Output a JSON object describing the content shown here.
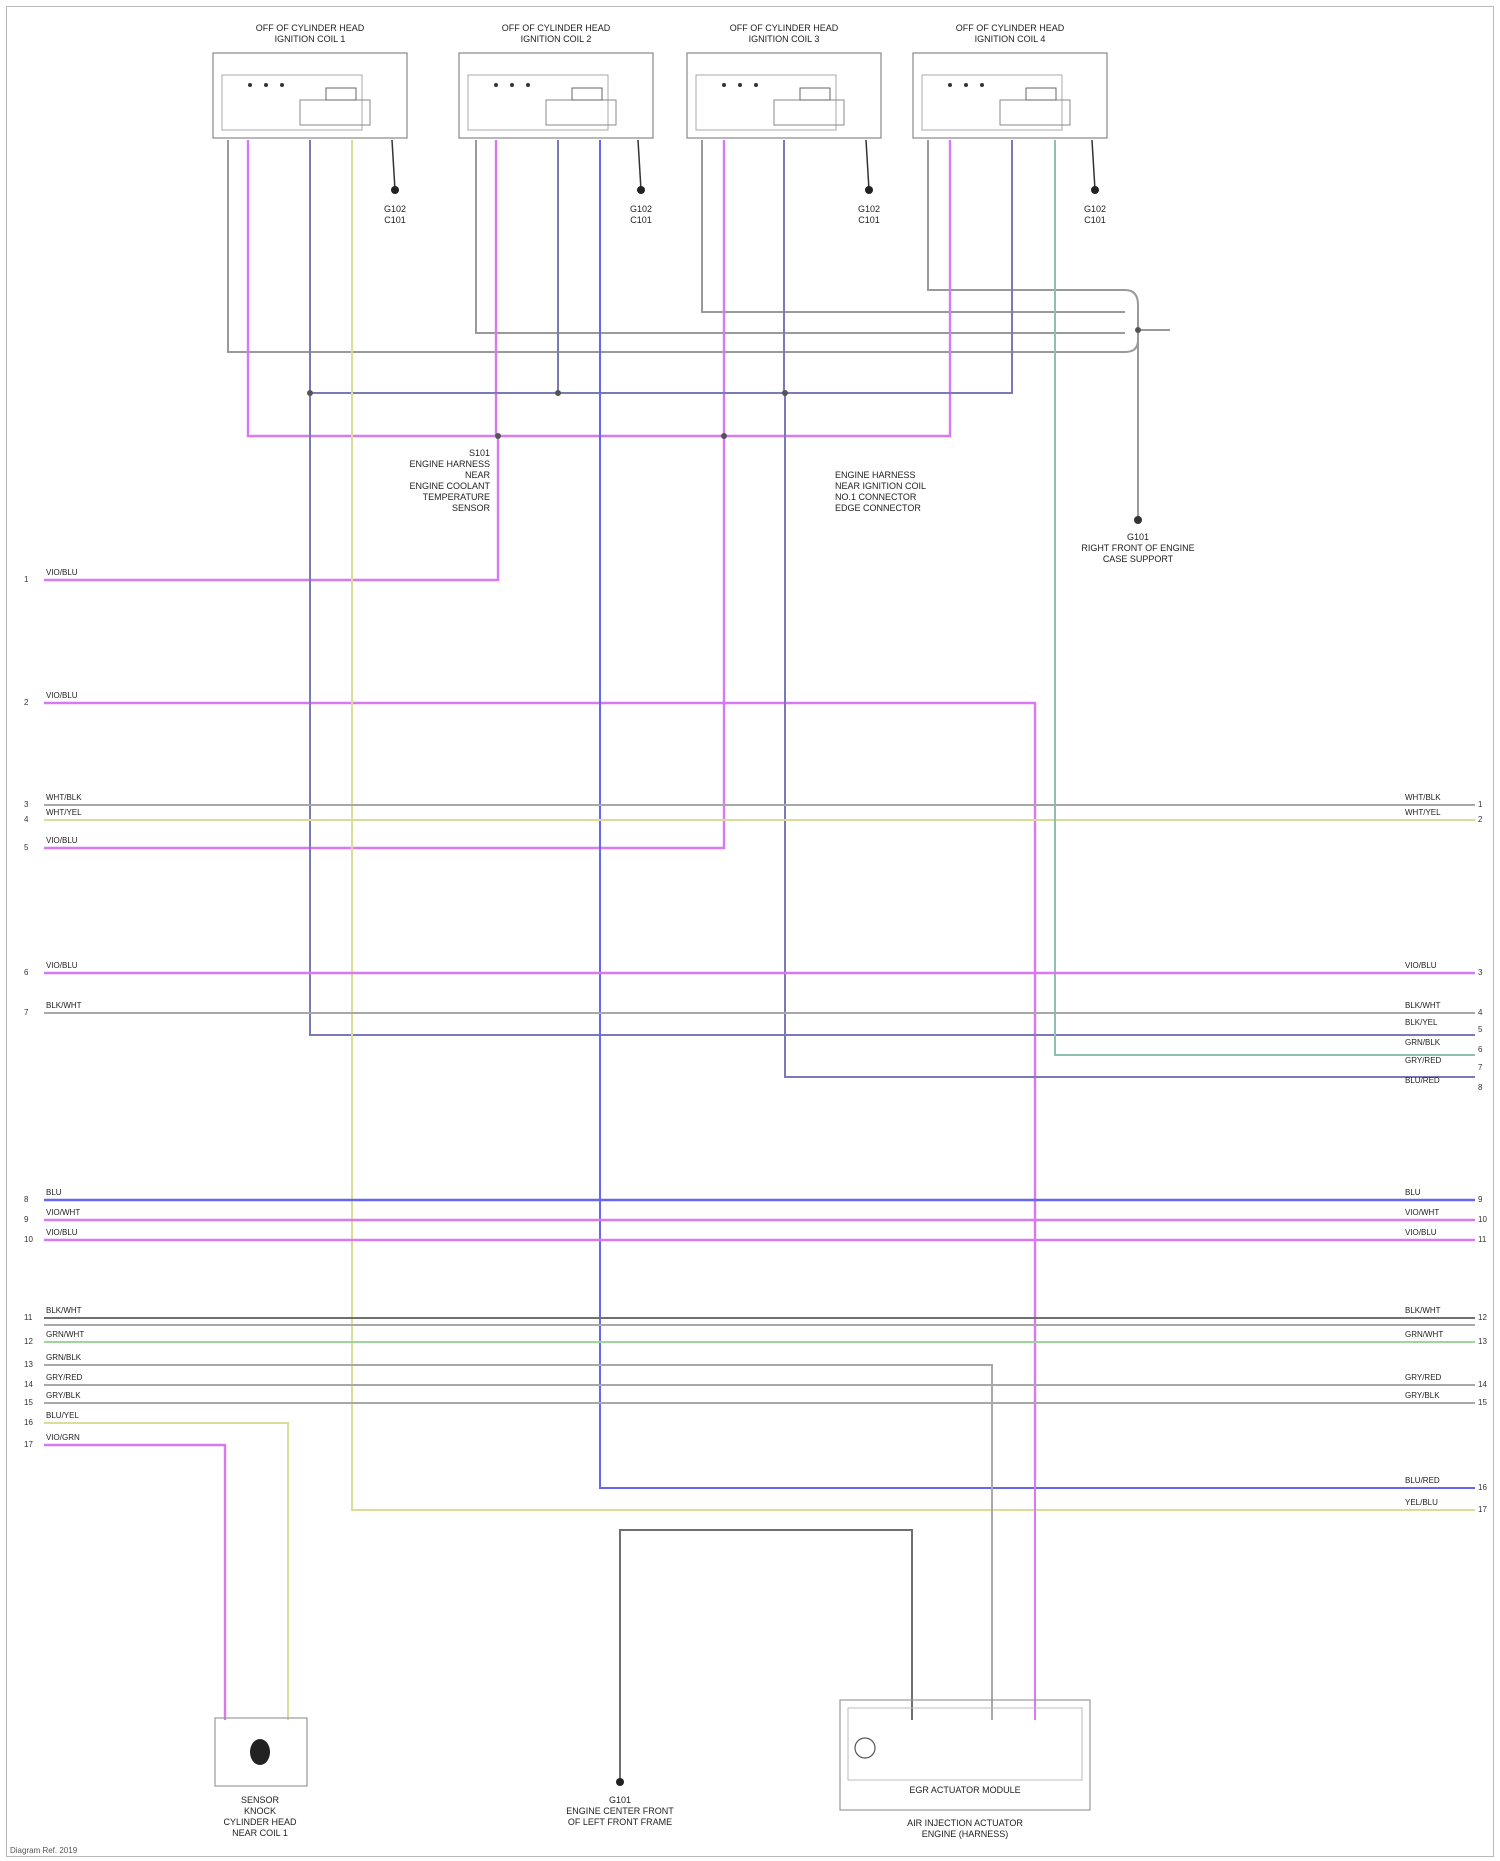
{
  "coils": [
    {
      "title_line1": "OFF OF CYLINDER HEAD",
      "title_line2": "IGNITION COIL 1",
      "ground": "G102",
      "ground_sub": "C101"
    },
    {
      "title_line1": "OFF OF CYLINDER HEAD",
      "title_line2": "IGNITION COIL 2",
      "ground": "G102",
      "ground_sub": "C101"
    },
    {
      "title_line1": "OFF OF CYLINDER HEAD",
      "title_line2": "IGNITION COIL 3",
      "ground": "G102",
      "ground_sub": "C101"
    },
    {
      "title_line1": "OFF OF CYLINDER HEAD",
      "title_line2": "IGNITION COIL 4",
      "ground": "G102",
      "ground_sub": "C101"
    }
  ],
  "splice_center": {
    "lines": [
      "S101",
      "ENGINE HARNESS",
      "NEAR",
      "ENGINE COOLANT",
      "TEMPERATURE",
      "SENSOR"
    ]
  },
  "splice_right": {
    "lines": [
      "ENGINE HARNESS",
      "NEAR IGNITION COIL",
      "NO.1 CONNECTOR",
      "EDGE CONNECTOR"
    ]
  },
  "ground_right": {
    "id": "G101",
    "lines": [
      "G101",
      "RIGHT FRONT OF ENGINE",
      "CASE SUPPORT"
    ]
  },
  "ground_bottom": {
    "lines": [
      "G101",
      "ENGINE CENTER FRONT",
      "OF LEFT FRONT FRAME"
    ]
  },
  "sensor_left": {
    "lines": [
      "SENSOR",
      "KNOCK",
      "CYLINDER HEAD",
      "NEAR COIL 1"
    ]
  },
  "actuator": {
    "title": "EGR ACTUATOR MODULE",
    "lines": [
      "AIR INJECTION ACTUATOR",
      "ENGINE (HARNESS)"
    ]
  },
  "left_wires": [
    {
      "num": "1",
      "tag": "VIO/BLU"
    },
    {
      "num": "2",
      "tag": "VIO/BLU"
    },
    {
      "num": "3",
      "tag": "WHT/BLK"
    },
    {
      "num": "4",
      "tag": "WHT/YEL"
    },
    {
      "num": "5",
      "tag": "VIO/BLU"
    },
    {
      "num": "6",
      "tag": "VIO/BLU"
    },
    {
      "num": "7",
      "tag": "BLK/WHT"
    },
    {
      "num": "8",
      "tag": "BLU"
    },
    {
      "num": "9",
      "tag": "VIO/WHT"
    },
    {
      "num": "10",
      "tag": "VIO/BLU"
    },
    {
      "num": "11",
      "tag": "BLK/WHT"
    },
    {
      "num": "12",
      "tag": "GRN/WHT"
    },
    {
      "num": "13",
      "tag": "GRN/BLK"
    },
    {
      "num": "14",
      "tag": "GRY/RED"
    },
    {
      "num": "15",
      "tag": "GRY/BLK"
    },
    {
      "num": "16",
      "tag": "BLU/YEL"
    },
    {
      "num": "17",
      "tag": "VIO/GRN"
    }
  ],
  "right_wires": [
    {
      "num": "1",
      "tag": "WHT/BLK"
    },
    {
      "num": "2",
      "tag": "WHT/YEL"
    },
    {
      "num": "3",
      "tag": "VIO/BLU"
    },
    {
      "num": "4",
      "tag": "BLK/WHT"
    },
    {
      "num": "5",
      "tag": "BLK/YEL"
    },
    {
      "num": "6",
      "tag": "GRN/BLK"
    },
    {
      "num": "7",
      "tag": "GRY/RED"
    },
    {
      "num": "8",
      "tag": "BLU/RED"
    },
    {
      "num": "9",
      "tag": "BLU"
    },
    {
      "num": "10",
      "tag": "VIO/WHT"
    },
    {
      "num": "11",
      "tag": "VIO/BLU"
    },
    {
      "num": "12",
      "tag": "BLK/WHT"
    },
    {
      "num": "13",
      "tag": "GRN/WHT"
    },
    {
      "num": "14",
      "tag": "GRY/RED"
    },
    {
      "num": "15",
      "tag": "GRY/BLK"
    },
    {
      "num": "16",
      "tag": "BLU/RED"
    },
    {
      "num": "17",
      "tag": "YEL/BLU"
    }
  ],
  "footer": "Diagram Ref. 2019",
  "colors": {
    "violet": "#d879f3",
    "blue": "#6666ee",
    "grey": "#a8a8a8",
    "dark_grey": "#7a7a7a",
    "green": "#9bd69b",
    "yellow": "#dcdc99",
    "teal": "#8fbfb3",
    "slate": "#7a7ab8"
  }
}
